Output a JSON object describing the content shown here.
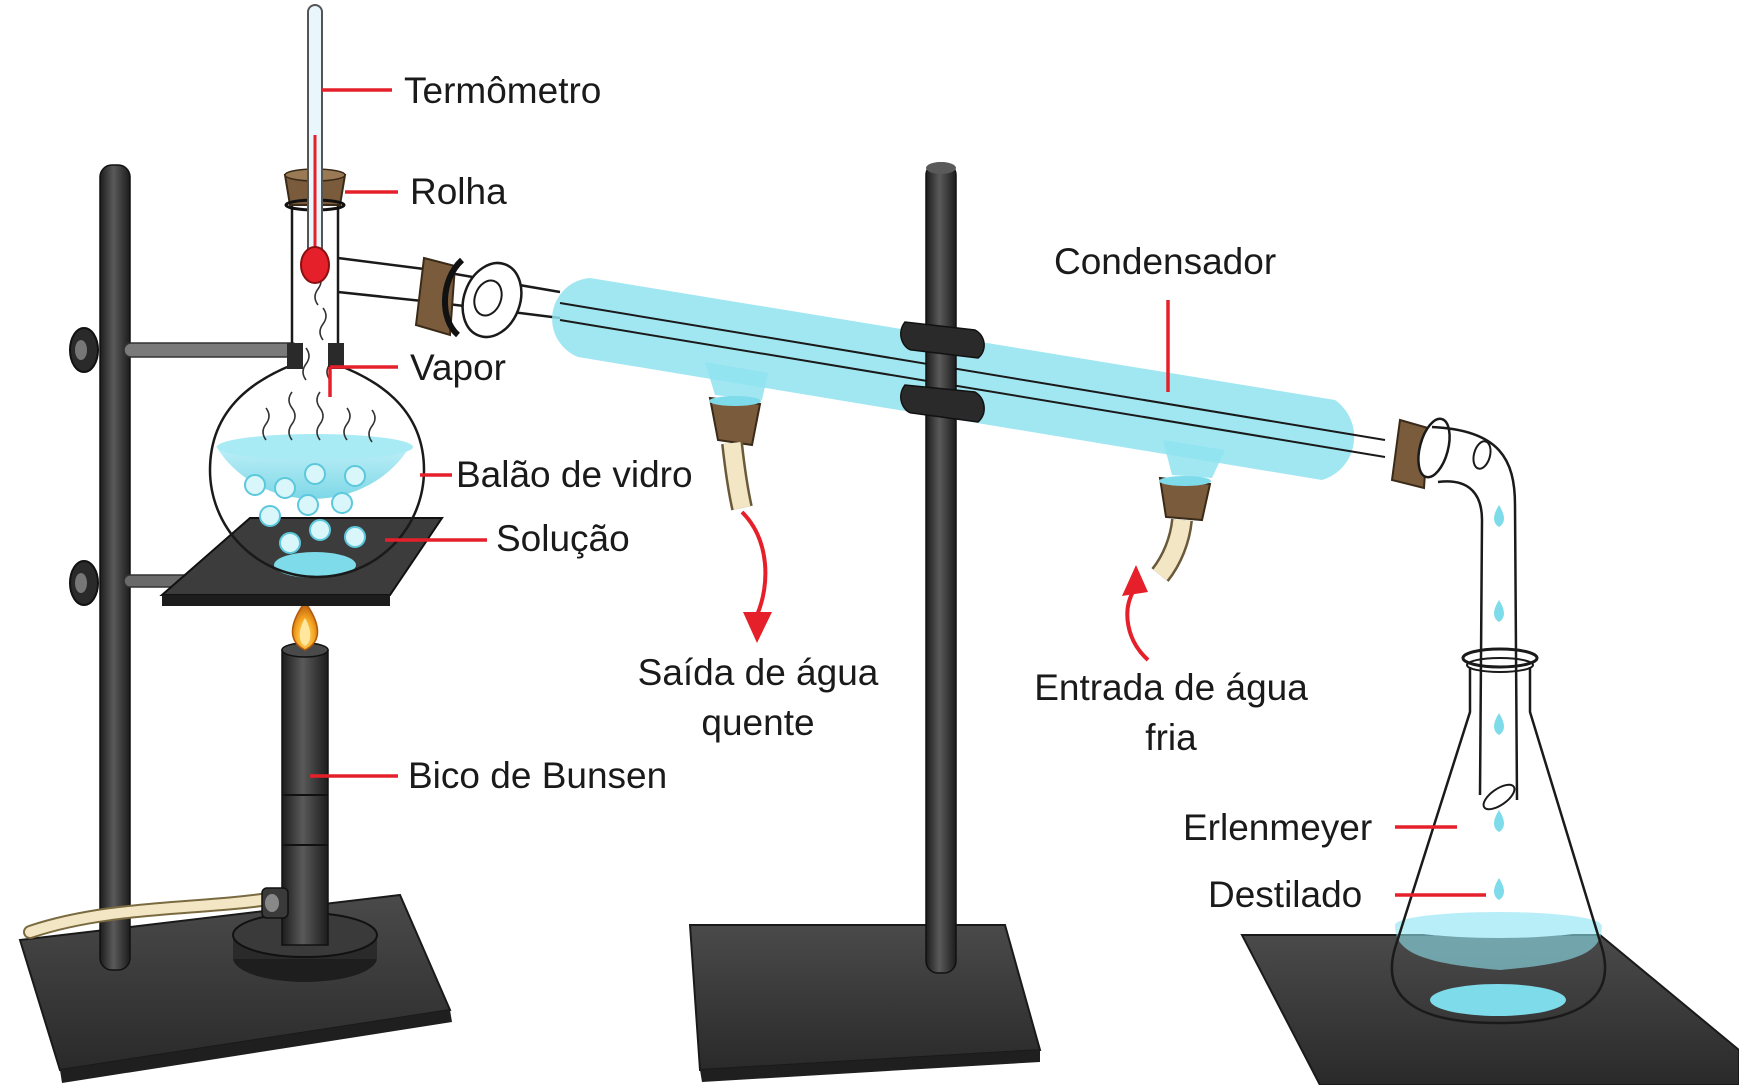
{
  "labels": {
    "termometro": "Termômetro",
    "rolha": "Rolha",
    "vapor": "Vapor",
    "balao": "Balão de vidro",
    "solucao": "Solução",
    "bico": "Bico de Bunsen",
    "condensador": "Condensador",
    "saida_l1": "Saída de água",
    "saida_l2": "quente",
    "entrada_l1": "Entrada de água",
    "entrada_l2": "fria",
    "erlenmeyer": "Erlenmeyer",
    "destilado": "Destilado"
  },
  "colors": {
    "stand": "#3a3a3a",
    "stand_dark": "#222222",
    "water": "#8fe3f0",
    "water_dark": "#5fcfe0",
    "cork": "#7a5c3c",
    "leader": "#e5202a",
    "flame": "#f5a623"
  }
}
